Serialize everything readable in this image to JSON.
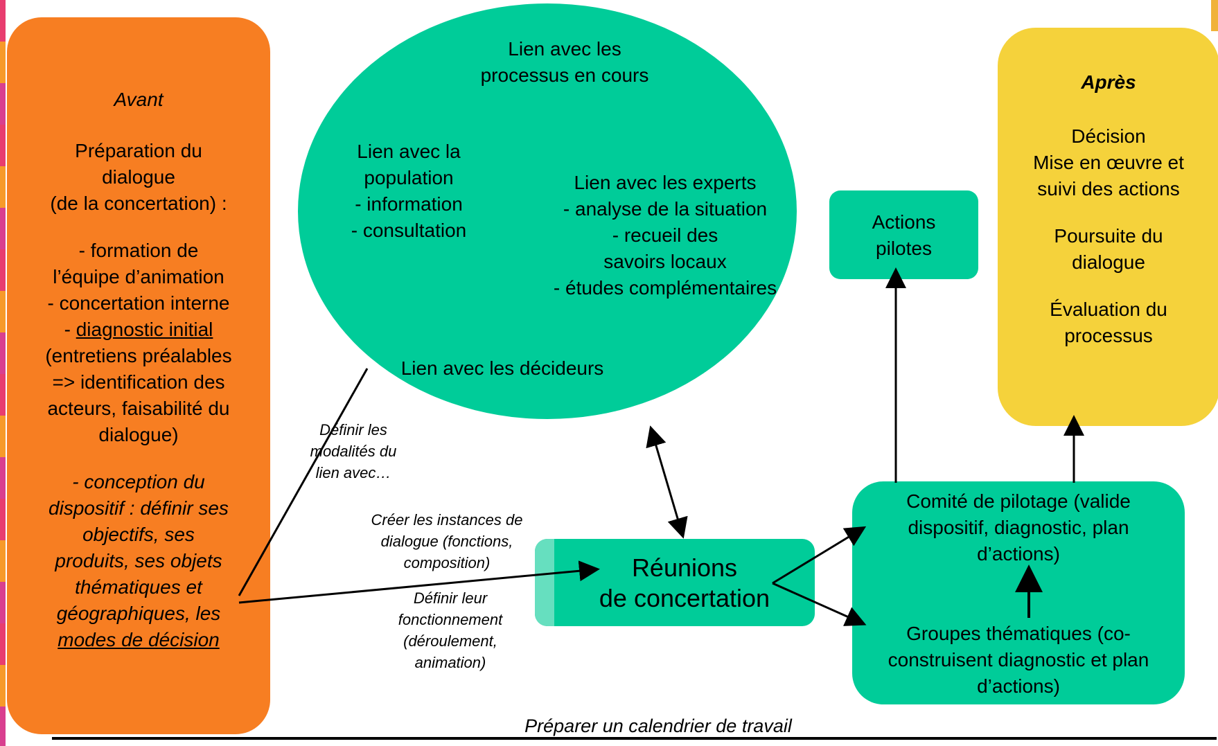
{
  "avant": {
    "title": "Avant",
    "heading_1": "Préparation du",
    "heading_2": "dialogue",
    "heading_3": "(de la concertation) :",
    "line_1": "- formation de",
    "line_2": "l’équipe d’animation",
    "line_3": "- concertation interne",
    "line_4_prefix": "- ",
    "line_4_link": "diagnostic initial",
    "line_5": "(entretiens préalables",
    "line_6": "=> identification des",
    "line_7": "acteurs, faisabilité du",
    "line_8": "dialogue)",
    "ital_1": "- conception du",
    "ital_2": "dispositif : définir ses",
    "ital_3": "objectifs, ses",
    "ital_4": "produits, ses objets",
    "ital_5": "thématiques et",
    "ital_6": "géographiques, les",
    "ital_7": "modes de décision"
  },
  "circle": {
    "processus_1": "Lien avec les",
    "processus_2": "processus en cours",
    "population_1": "Lien avec la",
    "population_2": "population",
    "population_3": "- information",
    "population_4": "- consultation",
    "experts_1": "Lien avec les experts",
    "experts_2": "- analyse de la situation",
    "experts_3": "- recueil des",
    "experts_4": "savoirs locaux",
    "experts_5": "- études complémentaires",
    "decideurs": "Lien avec les décideurs"
  },
  "actions": {
    "line_1": "Actions",
    "line_2": "pilotes"
  },
  "apres": {
    "title": "Après",
    "decision": "Décision",
    "mise_1": "Mise en œuvre et",
    "mise_2": "suivi des actions",
    "poursuite_1": "Poursuite du",
    "poursuite_2": "dialogue",
    "eval_1": "Évaluation du",
    "eval_2": "processus"
  },
  "reunions": {
    "line_1": "Réunions",
    "line_2": "de concertation"
  },
  "comite": {
    "title": "Comité de pilotage",
    "desc_1": " (valide",
    "desc_2": "dispositif, diagnostic, plan",
    "desc_3": "d’actions)",
    "groupes_title": "Groupes thématiques",
    "groupes_1": " (co-",
    "groupes_2": "construisent diagnostic et plan",
    "groupes_3": "d’actions)"
  },
  "labels": {
    "modalites_1": "Définir les",
    "modalites_2": "modalités du",
    "modalites_3": "lien avec…",
    "instances_1": "Créer les instances de",
    "instances_2": "dialogue (fonctions,",
    "instances_3": "composition)",
    "fonct_1": "Définir leur",
    "fonct_2": "fonctionnement",
    "fonct_3": "(déroulement,",
    "fonct_4": "animation)",
    "calendrier": "Préparer un calendrier de travail"
  }
}
